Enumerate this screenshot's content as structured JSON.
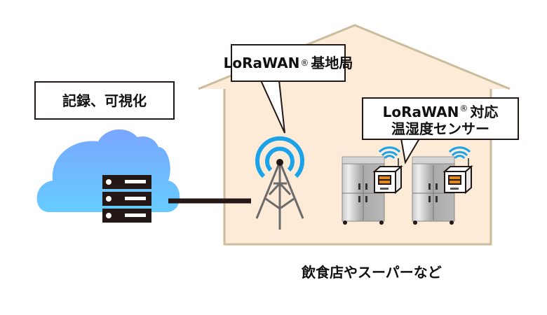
{
  "diagram": {
    "labels": {
      "record_visualize": "記録、可視化",
      "base_station_prefix": "LoRaWAN",
      "base_station_mark": "®",
      "base_station_suffix": "基地局",
      "sensor_line1_prefix": "LoRaWAN",
      "sensor_line1_mark": "®",
      "sensor_line1_suffix": "対応",
      "sensor_line2": "温湿度センサー"
    },
    "caption": "飲食店やスーパーなど",
    "icons": [
      "cloud-icon",
      "server-icon",
      "antenna-tower-icon",
      "refrigerator-icon",
      "sensor-device-icon",
      "wifi-signal-icon"
    ],
    "colors": {
      "house_fill": "#fdebd8",
      "house_stroke": "#cbbd9b",
      "signal_blue": "#1aa3e8",
      "cloud_top": "#7aa8ff",
      "cloud_bottom": "#66ccff",
      "dark": "#231815",
      "sensor_orange": "#e08a1e"
    }
  }
}
